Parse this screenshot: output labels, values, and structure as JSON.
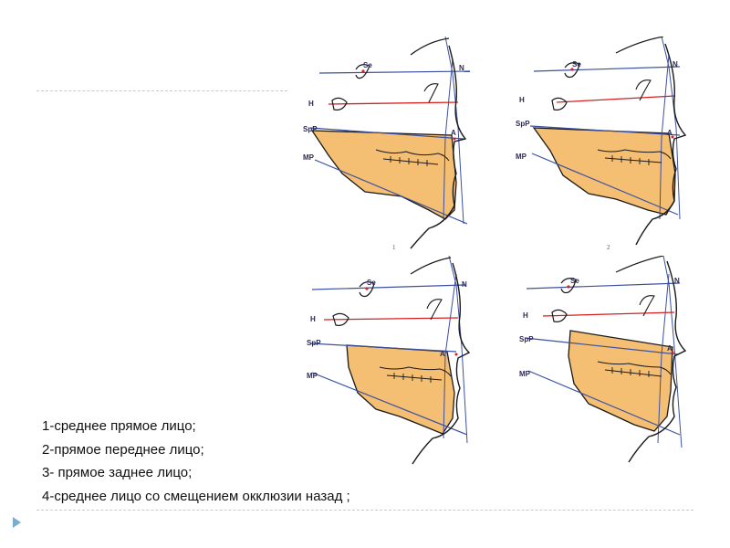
{
  "legend": {
    "items": [
      "1-среднее прямое лицо;",
      "2-прямое переднее лицо;",
      "3- прямое заднее лицо;",
      "4-среднее лицо со смещением окклюзии назад ;"
    ]
  },
  "figure": {
    "landmarks": {
      "se": "Se",
      "n": "N",
      "h": "H",
      "spp": "SpP",
      "a": "A",
      "mp": "MP"
    },
    "panel_numbers": [
      "1",
      "2"
    ]
  },
  "colors": {
    "face_fill": "#f4be73",
    "face_outline": "#1a1a1a",
    "blue_lines": "#3c50a0",
    "red_line": "#d42020"
  }
}
